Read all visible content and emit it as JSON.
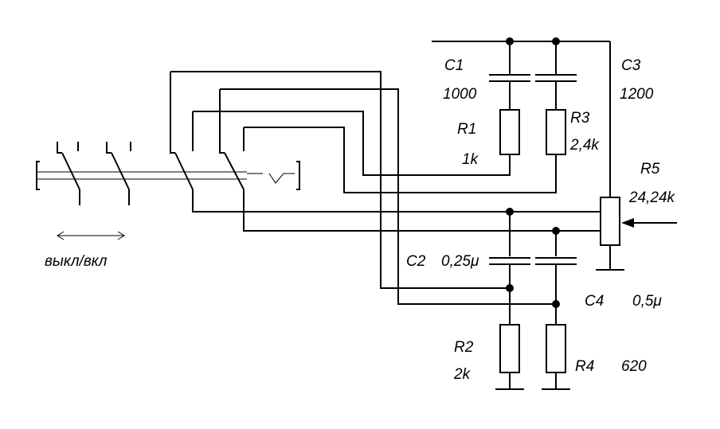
{
  "components": {
    "c1": {
      "name": "C1",
      "value": "1000"
    },
    "c2": {
      "name": "C2",
      "value": "0,25μ"
    },
    "c3": {
      "name": "C3",
      "value": "1200"
    },
    "c4": {
      "name": "C4",
      "value": "0,5μ"
    },
    "r1": {
      "name": "R1",
      "value": "1k"
    },
    "r2": {
      "name": "R2",
      "value": "2k"
    },
    "r3": {
      "name": "R3",
      "value": "2,4k"
    },
    "r4": {
      "name": "R4",
      "value": "620"
    },
    "r5": {
      "name": "R5",
      "value": "24,24k"
    }
  },
  "switch": {
    "label": "выкл/вкл"
  },
  "colors": {
    "line": "#000000",
    "background": "#ffffff"
  }
}
